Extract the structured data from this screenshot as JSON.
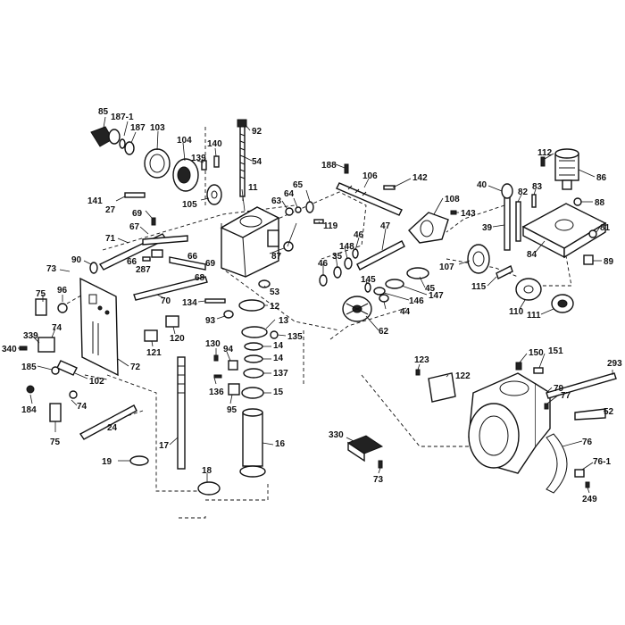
{
  "callouts": {
    "c85": "85",
    "c187_1": "187-1",
    "c187": "187",
    "c103": "103",
    "c104": "104",
    "c139": "139",
    "c140": "140",
    "c105": "105",
    "c92": "92",
    "c54": "54",
    "c11": "11",
    "c141": "141",
    "c27": "27",
    "c69a": "69",
    "c67": "67",
    "c71": "71",
    "c66": "66",
    "c287": "287",
    "c66b": "66",
    "c69b": "69",
    "c68": "68",
    "c90": "90",
    "c73a": "73",
    "c75a": "75",
    "c96": "96",
    "c339": "339",
    "c74a": "74",
    "c340": "340",
    "c185": "185",
    "c184": "184",
    "c102": "102",
    "c72": "72",
    "c74b": "74",
    "c75b": "75",
    "c24": "24",
    "c70": "70",
    "c134": "134",
    "c93": "93",
    "c120": "120",
    "c121": "121",
    "c119": "119",
    "c63": "63",
    "c64": "64",
    "c65": "65",
    "c87": "87",
    "c53": "53",
    "c12": "12",
    "c13": "13",
    "c135": "135",
    "c130": "130",
    "c94": "94",
    "c14a": "14",
    "c14b": "14",
    "c137": "137",
    "c136": "136",
    "c95": "95",
    "c15": "15",
    "c17": "17",
    "c16": "16",
    "c19": "19",
    "c18": "18",
    "c188": "188",
    "c106": "106",
    "c142": "142",
    "c108": "108",
    "c143": "143",
    "c47": "47",
    "c46a": "46",
    "c148": "148",
    "c35": "35",
    "c46b": "46",
    "c107": "107",
    "c145": "145",
    "c147": "147",
    "c146": "146",
    "c45": "45",
    "c44": "44",
    "c62": "62",
    "c40": "40",
    "c39": "39",
    "c82": "82",
    "c83": "83",
    "c112": "112",
    "c86": "86",
    "c88": "88",
    "c81": "81",
    "c84": "84",
    "c89": "89",
    "c115": "115",
    "c110": "110",
    "c111": "111",
    "c123": "123",
    "c122": "122",
    "c150": "150",
    "c151": "151",
    "c293": "293",
    "c79": "79",
    "c77": "77",
    "c52": "52",
    "c76": "76",
    "c76_1": "76-1",
    "c249": "249",
    "c330": "330",
    "c73b": "73"
  }
}
